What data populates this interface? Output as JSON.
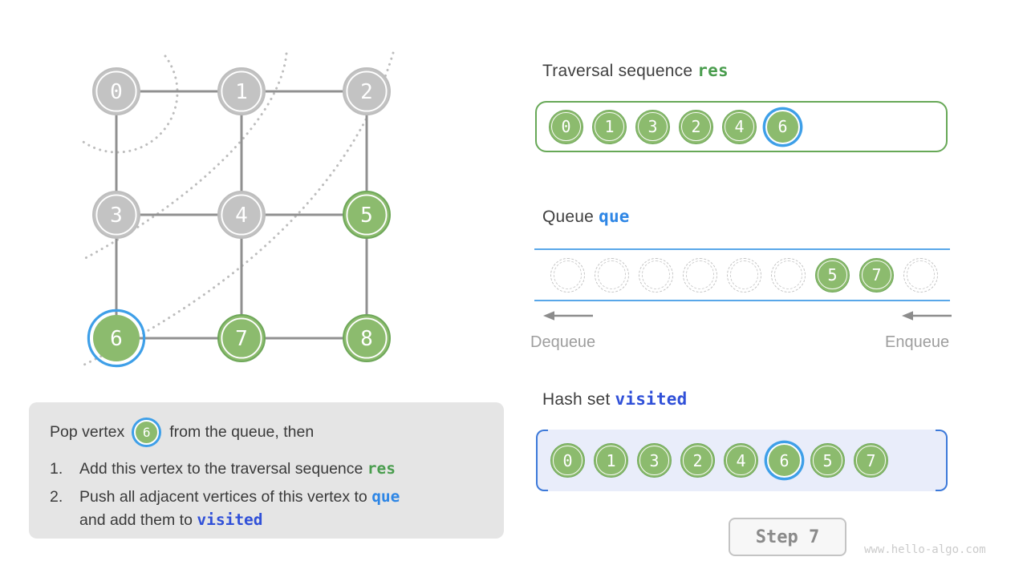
{
  "colors": {
    "green_fill": "#8CBB6E",
    "green_border": "#6FA85A",
    "panel_green_border": "#67A857",
    "green_code": "#4A9D4E",
    "blue_code": "#2E86E5",
    "indigo_code": "#3050D8",
    "highlight_blue": "#3E9FE8",
    "gray_fill": "#C3C3C3",
    "gray_border": "#BDBDBD",
    "edge": "#909090",
    "queue_line": "#59A7E9",
    "hash_bg": "#E9EDFA",
    "hash_bracket": "#3C79D9"
  },
  "graph": {
    "vertices": [
      {
        "label": "0",
        "state": "gray"
      },
      {
        "label": "1",
        "state": "gray"
      },
      {
        "label": "2",
        "state": "gray"
      },
      {
        "label": "3",
        "state": "gray"
      },
      {
        "label": "4",
        "state": "gray"
      },
      {
        "label": "5",
        "state": "green"
      },
      {
        "label": "6",
        "state": "green",
        "current": true
      },
      {
        "label": "7",
        "state": "green"
      },
      {
        "label": "8",
        "state": "green"
      }
    ],
    "edges": [
      [
        0,
        1
      ],
      [
        1,
        2
      ],
      [
        0,
        3
      ],
      [
        1,
        4
      ],
      [
        2,
        5
      ],
      [
        3,
        4
      ],
      [
        4,
        5
      ],
      [
        3,
        6
      ],
      [
        4,
        7
      ],
      [
        5,
        8
      ],
      [
        6,
        7
      ],
      [
        7,
        8
      ]
    ]
  },
  "panels": {
    "traversal": {
      "label": "Traversal sequence",
      "code": "res",
      "items": [
        "0",
        "1",
        "3",
        "2",
        "4",
        "6"
      ],
      "current": "6"
    },
    "queue": {
      "label": "Queue",
      "code": "que",
      "slots": [
        "",
        "",
        "",
        "",
        "",
        "",
        "5",
        "7",
        ""
      ],
      "dequeue": "Dequeue",
      "enqueue": "Enqueue"
    },
    "hashset": {
      "label": "Hash set",
      "code": "visited",
      "items": [
        "0",
        "1",
        "3",
        "2",
        "4",
        "6",
        "5",
        "7"
      ],
      "current": "6"
    }
  },
  "instruction": {
    "prefix": "Pop vertex",
    "vertex": "6",
    "suffix": "from the queue, then",
    "steps": [
      {
        "num": "1.",
        "segments": [
          {
            "t": "Add this vertex to the traversal sequence "
          },
          {
            "t": "res",
            "style": "green"
          }
        ]
      },
      {
        "num": "2.",
        "segments": [
          {
            "t": "Push all adjacent vertices of this vertex to "
          },
          {
            "t": "que",
            "style": "blue"
          },
          {
            "br": true
          },
          {
            "t": "and add them to "
          },
          {
            "t": "visited",
            "style": "indigo"
          }
        ]
      }
    ]
  },
  "footer": {
    "step": "Step 7",
    "watermark": "www.hello-algo.com"
  }
}
